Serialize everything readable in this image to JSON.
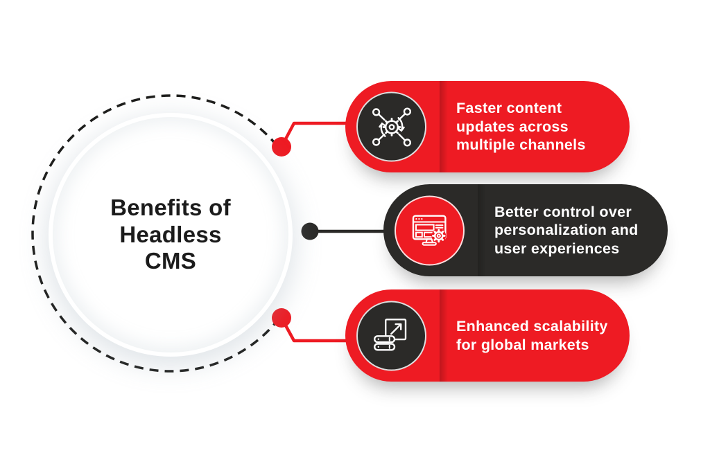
{
  "colors": {
    "red": "#EE1B23",
    "dark": "#2B2A28",
    "text_dark": "#1B1B1B",
    "white": "#FFFFFF"
  },
  "center": {
    "title": "Benefits of\nHeadless\nCMS"
  },
  "benefits": [
    {
      "label": "Faster content\nupdates across\nmultiple channels",
      "icon": "network-gear-icon",
      "variant": "red"
    },
    {
      "label": "Better control over\npersonalization and\nuser experiences",
      "icon": "browser-gear-icon",
      "variant": "dark"
    },
    {
      "label": "Enhanced scalability\nfor global markets",
      "icon": "scale-arrow-server-icon",
      "variant": "red"
    }
  ]
}
